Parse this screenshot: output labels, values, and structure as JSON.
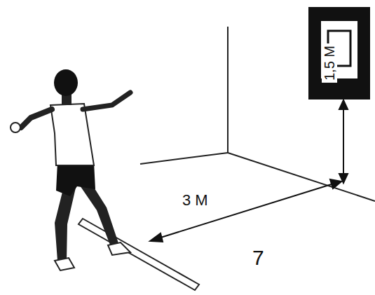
{
  "diagram": {
    "labels": [
      "3 М",
      "1,5 М",
      "7"
    ]
  }
}
